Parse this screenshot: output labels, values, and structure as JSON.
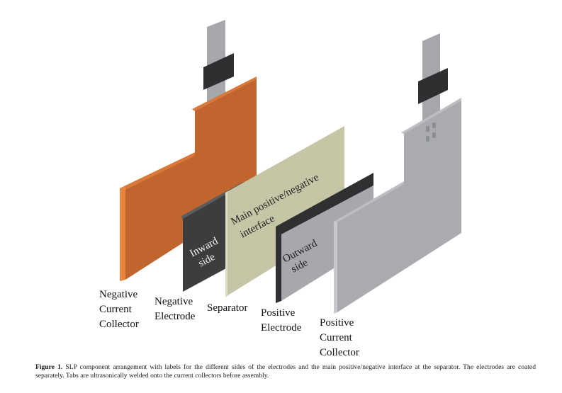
{
  "components": {
    "negative_collector": {
      "label": [
        "Negative",
        "Current",
        "Collector"
      ],
      "color": "#c0652d",
      "edge": "#e9843d",
      "top_edge": "#d8783a"
    },
    "negative_electrode": {
      "label": [
        "Negative",
        "Electrode"
      ],
      "side_label": [
        "Inward",
        "side"
      ],
      "color": "#3b3d3f"
    },
    "separator": {
      "label": [
        "Separator"
      ],
      "interface_label": [
        "Main positive/negative",
        "interface"
      ],
      "color": "#c6c5a6"
    },
    "positive_electrode": {
      "label": [
        "Positive",
        "Electrode"
      ],
      "side_label": [
        "Outward",
        "side"
      ],
      "color": "#a6a8ac"
    },
    "positive_collector": {
      "label": [
        "Positive",
        "Current",
        "Collector"
      ],
      "color": "#a9abaf",
      "edge": "#c8c9cc"
    },
    "tab_colors": {
      "metal": "#a5a7ab",
      "seal": "#2e2f31"
    }
  },
  "caption": {
    "prefix": "Figure 1.",
    "text": "SLP component arrangement with labels for the different sides of the electrodes and the main positive/negative interface at the separator. The electrodes are coated separately. Tabs are ultrasonically welded onto the current collectors before assembly."
  }
}
